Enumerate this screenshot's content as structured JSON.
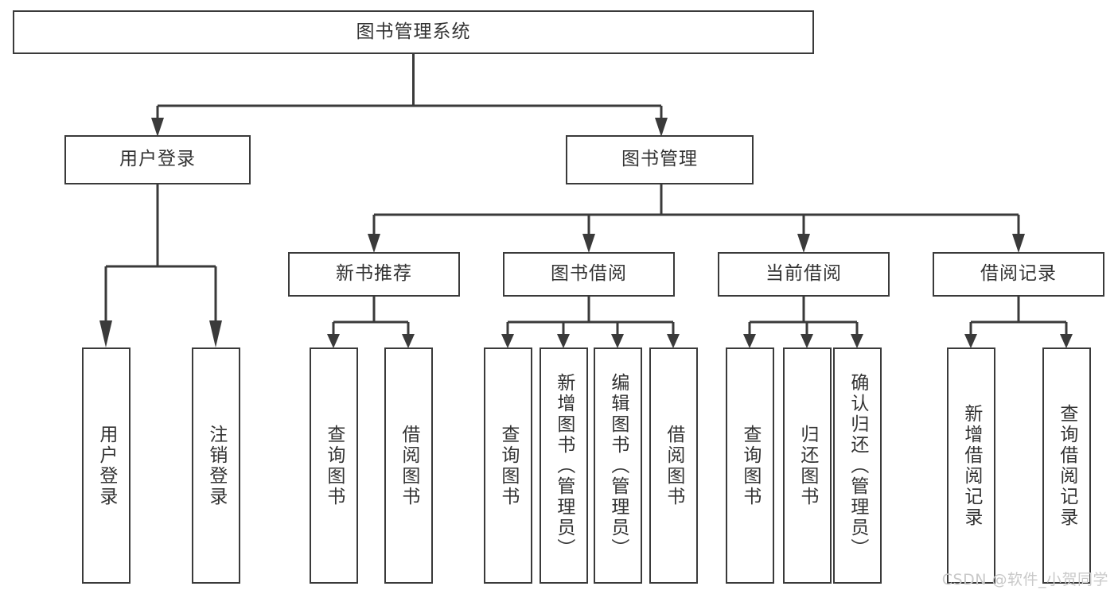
{
  "diagram": {
    "title": "图书管理系统",
    "type": "hierarchy-tree",
    "root": {
      "label": "图书管理系统"
    },
    "level2": [
      {
        "label": "用户登录"
      },
      {
        "label": "图书管理"
      }
    ],
    "level3": [
      {
        "label": "新书推荐"
      },
      {
        "label": "图书借阅"
      },
      {
        "label": "当前借阅"
      },
      {
        "label": "借阅记录"
      }
    ],
    "leaves": {
      "user_login": [
        {
          "label": "用户登录"
        },
        {
          "label": "注销登录"
        }
      ],
      "new_book_recommend": [
        {
          "label": "查询图书"
        },
        {
          "label": "借阅图书"
        }
      ],
      "book_borrow": [
        {
          "label": "查询图书"
        },
        {
          "label": "新增图书（管理员）"
        },
        {
          "label": "编辑图书（管理员）"
        },
        {
          "label": "借阅图书"
        }
      ],
      "current_borrow": [
        {
          "label": "查询图书"
        },
        {
          "label": "归还图书"
        },
        {
          "label": "确认归还（管理员）"
        }
      ],
      "borrow_record": [
        {
          "label": "新增借阅记录"
        },
        {
          "label": "查询借阅记录"
        }
      ]
    }
  },
  "watermark": {
    "text": "CSDN @软件_小贺同学"
  },
  "colors": {
    "border": "#3a3a3a",
    "text": "#333333",
    "background": "#ffffff",
    "watermark": "#c9c9c9"
  }
}
